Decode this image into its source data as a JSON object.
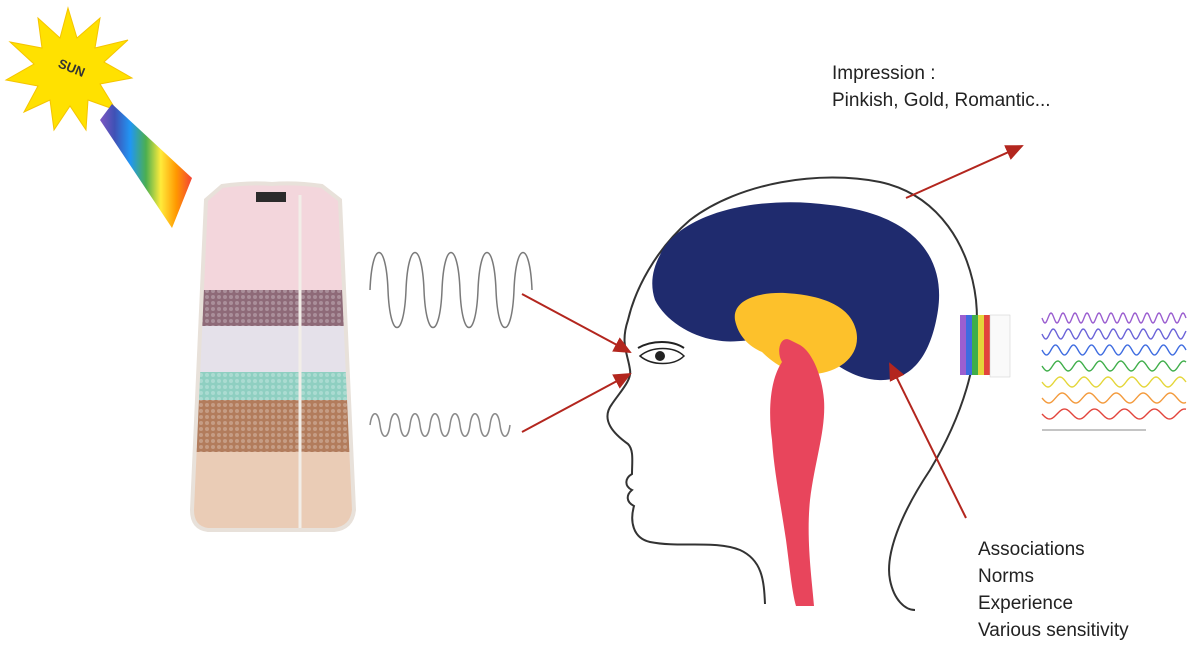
{
  "sun": {
    "label": "SUN",
    "icon": "sun-icon",
    "color": "#FFE100"
  },
  "impression": {
    "heading": "Impression :",
    "values": "Pinkish, Gold, Romantic..."
  },
  "associations": [
    "Associations",
    "Norms",
    "Experience",
    "Various sensitivity"
  ],
  "colors": {
    "arrow": "#B3261E",
    "brain": "#1F2B6E",
    "thalamus": "#FDC12B",
    "brainstem": "#E8455C",
    "dress_top": "#F3D6DC",
    "dress_sequin_mauve": "#8E6A78",
    "dress_lavender": "#E5E1EA",
    "dress_mint": "#8FCFC1",
    "dress_bronze": "#B27C5C",
    "dress_nude": "#EACCB6"
  },
  "spectrum_colors": [
    "#9B5FD0",
    "#6B63D8",
    "#3E6CE0",
    "#3FAE4A",
    "#E4D63A",
    "#F39A3C",
    "#E2443C"
  ]
}
